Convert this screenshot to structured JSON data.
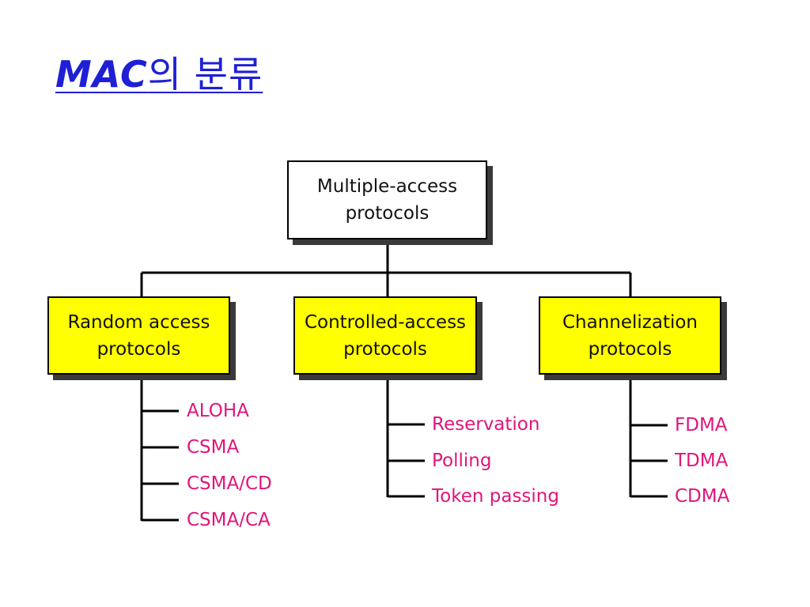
{
  "title": {
    "main": "MAC",
    "suffix": "의 분류"
  },
  "root": {
    "label": "Multiple-access\nprotocols"
  },
  "categories": [
    {
      "label": "Random access\nprotocols",
      "items": [
        "ALOHA",
        "CSMA",
        "CSMA/CD",
        "CSMA/CA"
      ]
    },
    {
      "label": "Controlled-access\nprotocols",
      "items": [
        "Reservation",
        "Polling",
        "Token passing"
      ]
    },
    {
      "label": "Channelization\nprotocols",
      "items": [
        "FDMA",
        "TDMA",
        "CDMA"
      ]
    }
  ],
  "colors": {
    "title": "#1f1fd6",
    "category_fill": "#ffff00",
    "item_text": "#e0157a"
  }
}
